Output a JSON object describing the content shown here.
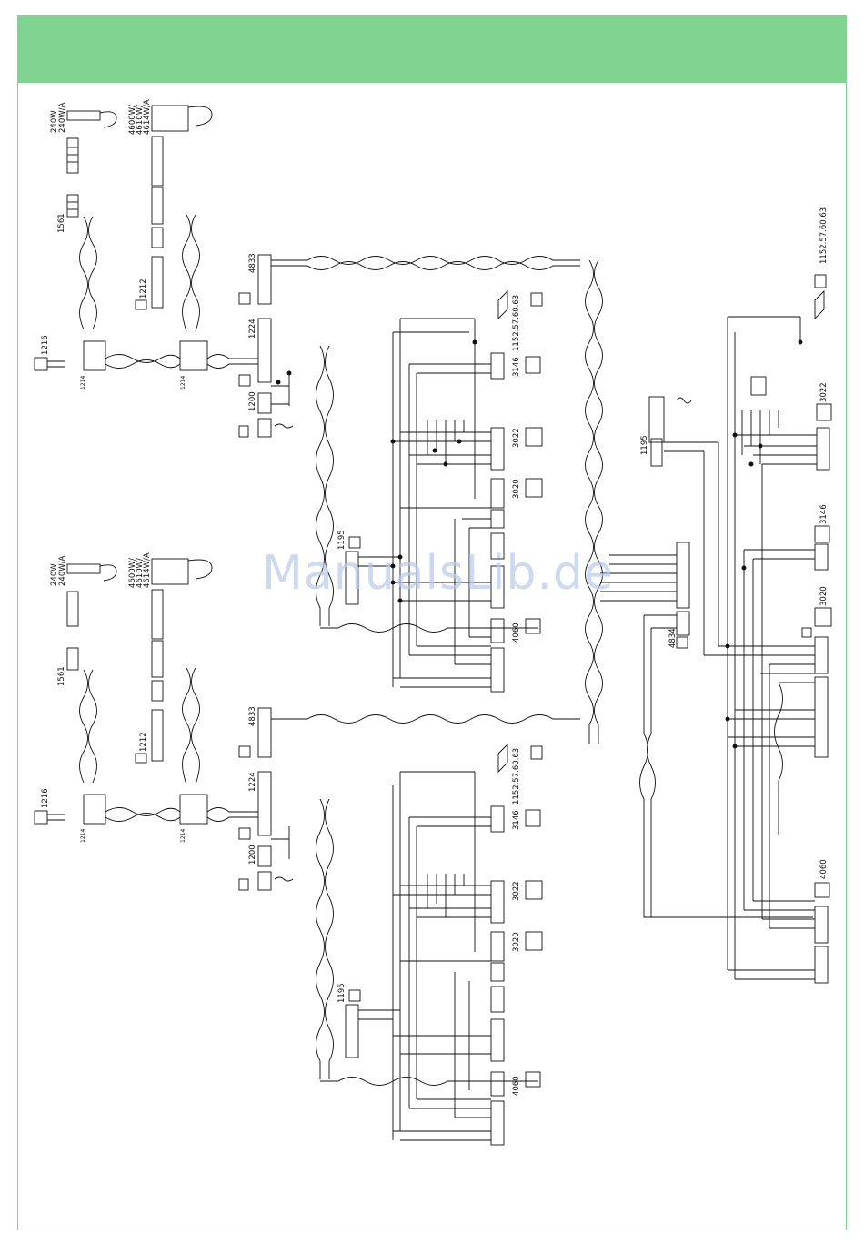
{
  "watermark": "ManualsLib.de",
  "colors": {
    "header": "#80d391",
    "border": "#7fd393",
    "line": "#111111"
  },
  "handsets": {
    "model_a": [
      "240W",
      "240W/A"
    ],
    "model_b": [
      "4600W/",
      "4610W/",
      "4614W/A"
    ]
  },
  "labels": {
    "l1561": "1561",
    "l1212": "1212",
    "l1216": "1216",
    "l1214": "1214",
    "l4833": "4833",
    "l1224": "1224",
    "l1200": "1200",
    "l1195": "1195",
    "l4060": "4060",
    "l3146": "3146",
    "l3022": "3022",
    "l3020": "3020",
    "l1152": "1152.57.60.63",
    "l4834": "4834"
  }
}
